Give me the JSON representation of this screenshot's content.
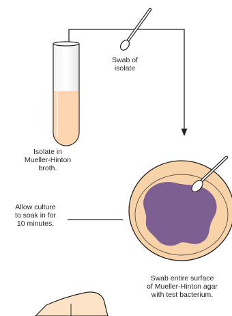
{
  "labels": {
    "swab": [
      "Swab of",
      "isolate"
    ],
    "isolate_tube": [
      "Isolate in",
      "Mueller-Hinton",
      "broth."
    ],
    "soak": [
      "Allow culture",
      "to soak in for",
      "10 minutes."
    ],
    "plate": [
      "Swab entire surface",
      "of Mueller-Hinton agar",
      "with test bacterium."
    ]
  },
  "colors": {
    "broth": "#fdd5b0",
    "agar": "#f8d3a9",
    "culture": "#7d5f91",
    "line": "#231f20"
  },
  "icons": [
    "swab-icon",
    "test-tube-icon",
    "petri-dish-icon",
    "arrow-down-icon",
    "hand-icon"
  ]
}
